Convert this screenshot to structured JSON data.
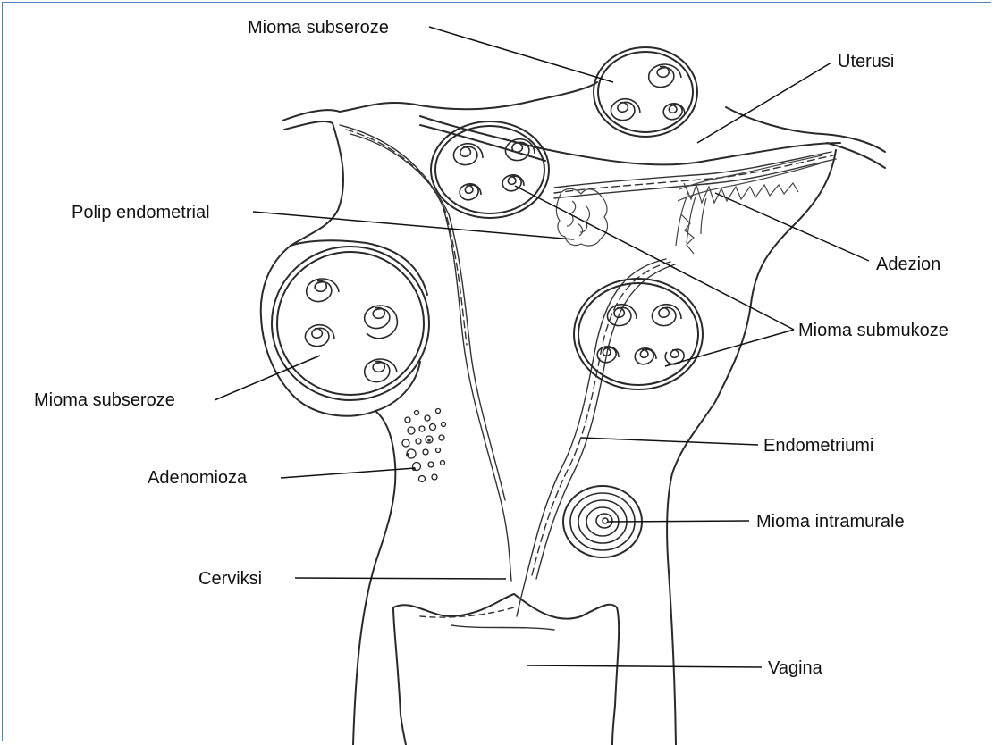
{
  "labels": {
    "mioma_subseroze_top": "Mioma subseroze",
    "uterusi": "Uterusi",
    "polip_endometrial": "Polip endometrial",
    "adezion": "Adezion",
    "mioma_submukoze": "Mioma submukoze",
    "mioma_subseroze_left": "Mioma subseroze",
    "endometriumi": "Endometriumi",
    "adenomioza": "Adenomioza",
    "mioma_intramurale": "Mioma intramurale",
    "cerviksi": "Cerviksi",
    "vagina": "Vagina"
  },
  "colors": {
    "frame_border": "#4f81bd",
    "ink": "#2a2a2a",
    "background": "#ffffff"
  }
}
